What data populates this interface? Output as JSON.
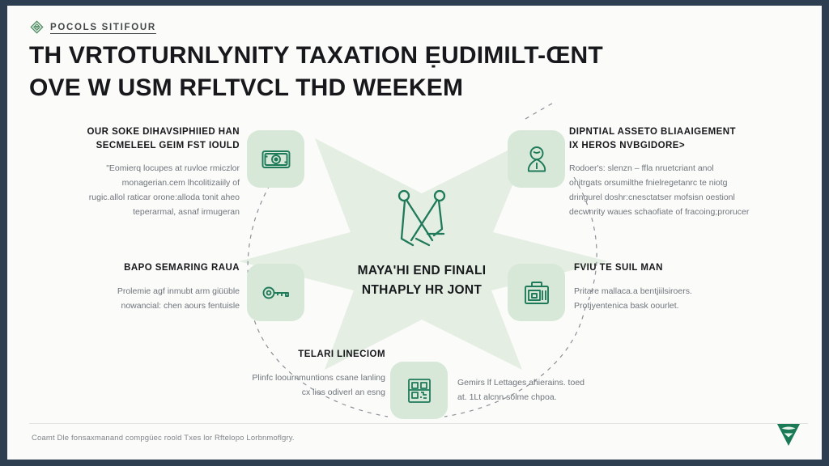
{
  "brand": {
    "icon": "diamond-badge-icon",
    "name": "POCOLS SITIFOUR"
  },
  "title": {
    "line1": "TH VRTOTURNLYNITY TAXATION ẸUDIMILT-ŒNT",
    "line2": "OVE W USM RFLTVCL THD WEEKEM"
  },
  "hub": {
    "icon": "crossed-tools-icon",
    "label_line1": "MAYA'HI END FINALI",
    "label_line2": "NTHAPLY HR JONT"
  },
  "nodes": [
    {
      "id": "top-left",
      "icon": "banknote-icon",
      "title_line1": "OUR SOKE DIHAVSIPHIIED HAN",
      "title_line2": "SECMELEEL GEIM FST IOULD",
      "body_line1": "\"Eomierq locupes at ruvloe rmiczlor",
      "body_line2": "monagerian.cem lhcolitizaiily of",
      "body_line3": "rugic.allol raticar orone:alloda tonit aheo",
      "body_line4": "teperarmal, asnaf irmugeran"
    },
    {
      "id": "top-right",
      "icon": "hourglass-icon",
      "title_line1": "DIРNTIAL ASSETO BLIAAIGEMENT",
      "title_line2": "IX HEROS NVBGIDORE>",
      "body_line1": "Rodoer's: slenzn – ffla nruetcriant anol",
      "body_line2": "onitrgats orsumilthe fnielregetanrc te niotg",
      "body_line3": "dringurel doshr:cnesctatser mofsisn oestionl",
      "body_line4": "decwnrity waues schaofiate of fracoing;prorucer"
    },
    {
      "id": "mid-left",
      "icon": "key-icon",
      "title_line1": "BAPO SEMARING RAUA",
      "title_line2": "",
      "body_line1": "Prolemie agf inmubt arm giüüble",
      "body_line2": "nowancial: chen aours fentuisle",
      "body_line3": "",
      "body_line4": ""
    },
    {
      "id": "mid-right",
      "icon": "bank-briefcase-icon",
      "title_line1": "FVIU TE SUIL MAN",
      "title_line2": "",
      "body_line1": "Pritare mallaca.a bentjiilsiroers.",
      "body_line2": "Protjyentenica bask oourlet.",
      "body_line3": "",
      "body_line4": ""
    },
    {
      "id": "bottom-left-of-center",
      "icon": "",
      "title_line1": "TELARI LINECIOM",
      "title_line2": "",
      "body_line1": "Plinfc loournmuntions csane lanling",
      "body_line2": "cx lios odiverl an esng",
      "body_line3": "",
      "body_line4": ""
    },
    {
      "id": "bottom-center",
      "icon": "qr-code-icon",
      "title_line1": "",
      "title_line2": "",
      "body_line1": "Gemirs lf Lettages ahierains. toed",
      "body_line2": "at. 1Lt alcnn solme chpoa.",
      "body_line3": "",
      "body_line4": ""
    }
  ],
  "footer": {
    "note": "Coamt Dle fonsaxmanand compgüec roold Txes lor Rftelopo Lorbnmoflgry.",
    "mark": "shield-badge-icon"
  },
  "colors": {
    "frame": "#2c3e50",
    "canvas": "#fbfbf9",
    "tile": "#d7e8d8",
    "icon": "#1f7a5a",
    "hub_fill": "#dfebdd",
    "title": "#16181b",
    "body": "#6f757c"
  }
}
